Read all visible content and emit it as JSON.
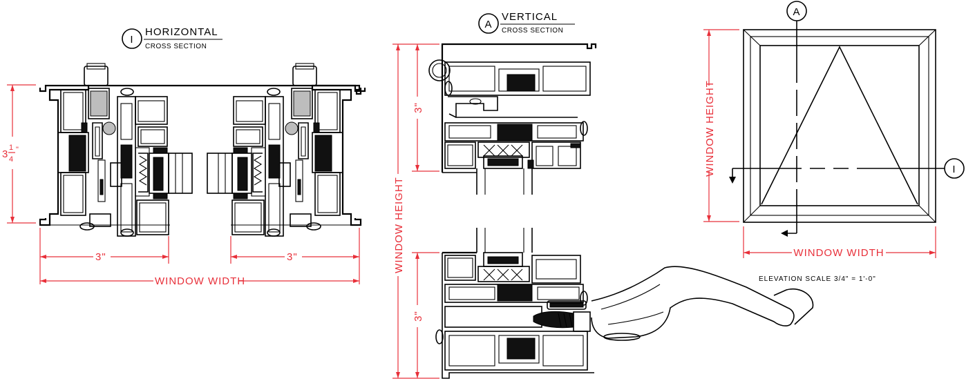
{
  "horizontal_section": {
    "marker": "I",
    "title": "HORIZONTAL",
    "subtitle": "CROSS SECTION",
    "dim_height": "3",
    "dim_height_frac_num": "1",
    "dim_height_frac_den": "4",
    "dim_height_unit": "\"",
    "dim_left_width": "3\"",
    "dim_right_width": "3\"",
    "dim_overall": "WINDOW WIDTH"
  },
  "vertical_section": {
    "marker": "A",
    "title": "VERTICAL",
    "subtitle": "CROSS SECTION",
    "dim_top": "3\"",
    "dim_bottom": "3\"",
    "dim_overall": "WINDOW HEIGHT"
  },
  "elevation": {
    "marker_top": "A",
    "marker_right": "I",
    "dim_height": "WINDOW HEIGHT",
    "dim_width": "WINDOW WIDTH",
    "scale_note": "ELEVATION SCALE 3/4\" = 1'-0\""
  },
  "colors": {
    "dimension": "#e8303a",
    "linework": "#000000",
    "background": "#ffffff"
  }
}
